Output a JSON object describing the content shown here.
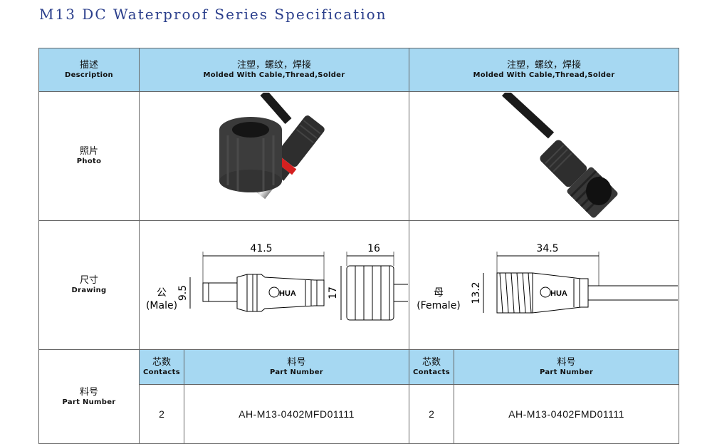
{
  "title": "M13 DC Waterproof Series Specification",
  "header": {
    "desc_cn": "描述",
    "desc_en": "Description",
    "col1_cn": "注塑，螺纹，焊接",
    "col1_en": "Molded With Cable,Thread,Solder",
    "col2_cn": "注塑，螺纹，焊接",
    "col2_en": "Molded With Cable,Thread,Solder"
  },
  "rows": {
    "photo_cn": "照片",
    "photo_en": "Photo",
    "drawing_cn": "尺寸",
    "drawing_en": "Drawing",
    "part_cn": "料号",
    "part_en": "Part Number"
  },
  "drawing": {
    "male_cn": "公",
    "male_en": "(Male)",
    "female_cn": "母",
    "female_en": "(Female)",
    "male_dims": {
      "length": "41.5",
      "nut": "16",
      "dia": "9.5",
      "nut_dia": "17"
    },
    "female_dims": {
      "length": "34.5",
      "dia": "13.2"
    },
    "logo_text": "HUA"
  },
  "sub_header": {
    "contacts_cn": "芯数",
    "contacts_en": "Contacts",
    "part_cn": "料号",
    "part_en": "Part Number"
  },
  "parts": [
    {
      "contacts": "2",
      "part_number": "AH-M13-0402MFD01111"
    },
    {
      "contacts": "2",
      "part_number": "AH-M13-0402FMD01111"
    }
  ]
}
